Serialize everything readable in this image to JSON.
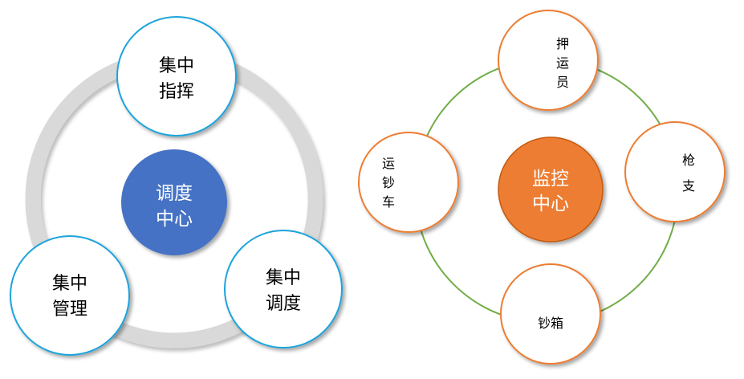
{
  "left_diagram": {
    "center": {
      "line1": "调度",
      "line2": "中心"
    },
    "top": {
      "line1": "集中",
      "line2": "指挥"
    },
    "bottom_left": {
      "line1": "集中",
      "line2": "管理"
    },
    "bottom_right": {
      "line1": "集中",
      "line2": "调度"
    }
  },
  "right_diagram": {
    "center": {
      "line1": "监控",
      "line2": "中心"
    },
    "top": {
      "line1": "押",
      "line2": "运",
      "line3": "员"
    },
    "left": {
      "line1": "运",
      "line2": "钞",
      "line3": "车"
    },
    "right": {
      "line1": "枪",
      "line2": "支"
    },
    "bottom": {
      "line1": "钞箱"
    }
  },
  "colors": {
    "left_center_fill": "#4472c4",
    "left_node_border": "#1fa4dc",
    "left_ring": "#d9d9d9",
    "right_center_fill": "#ed7d31",
    "right_node_border": "#ed7d31",
    "right_ring": "#70ad47"
  }
}
